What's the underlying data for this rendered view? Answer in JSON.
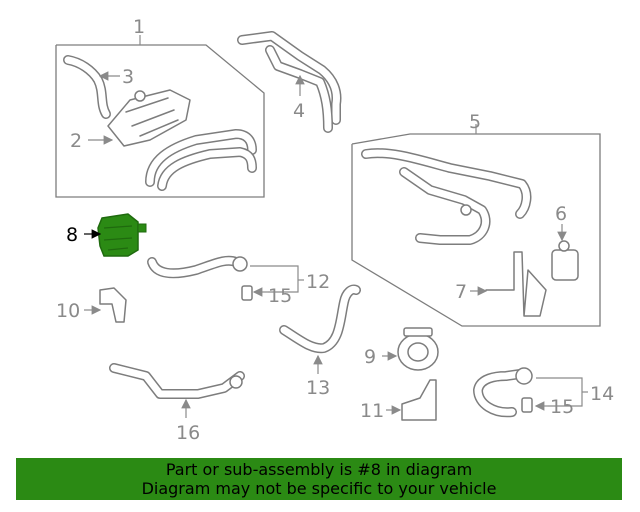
{
  "callouts": {
    "c1": "1",
    "c2": "2",
    "c3": "3",
    "c4": "4",
    "c5": "5",
    "c6": "6",
    "c7": "7",
    "c8": "8",
    "c9": "9",
    "c10": "10",
    "c11": "11",
    "c12": "12",
    "c13": "13",
    "c14": "14",
    "c15a": "15",
    "c15b": "15",
    "c16": "16"
  },
  "highlight_color": "#2b8a14",
  "banner": {
    "line1": "Part or sub-assembly is #8 in diagram",
    "line2": "Diagram may not be specific to your vehicle"
  }
}
